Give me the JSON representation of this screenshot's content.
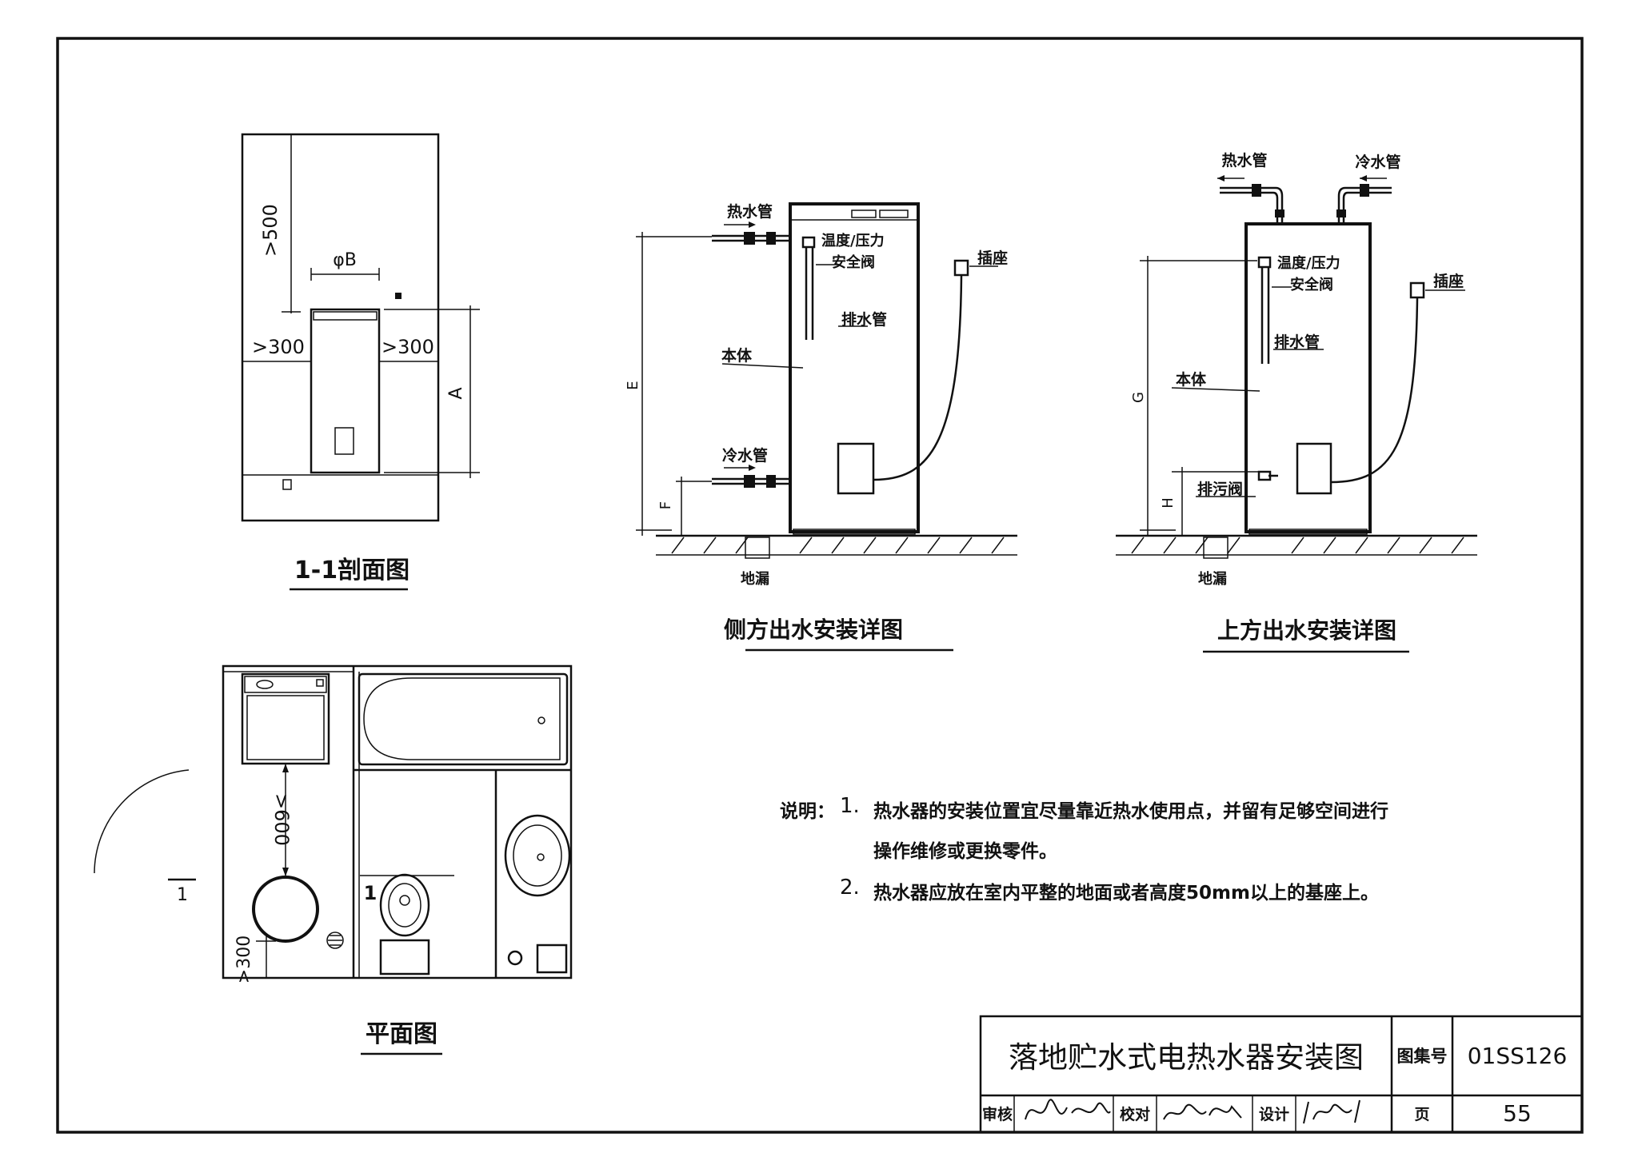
{
  "section_1_1": {
    "title": "1-1剖面图",
    "dim_top": ">500",
    "dim_diameter": "φB",
    "dim_left": ">300",
    "dim_right": ">300",
    "dim_height": "A"
  },
  "side_outlet": {
    "title": "侧方出水安装详图",
    "hot_pipe": "热水管",
    "cold_pipe": "冷水管",
    "valve_line1": "温度/压力",
    "valve_line2": "安全阀",
    "drain_pipe": "排水管",
    "body": "本体",
    "socket": "插座",
    "floor_drain": "地漏",
    "dim_e": "E",
    "dim_f": "F"
  },
  "top_outlet": {
    "title": "上方出水安装详图",
    "hot_pipe": "热水管",
    "cold_pipe": "冷水管",
    "valve_line1": "温度/压力",
    "valve_line2": "安全阀",
    "drain_pipe": "排水管",
    "body": "本体",
    "socket": "插座",
    "sewage_valve": "排污阀",
    "floor_drain": "地漏",
    "dim_g": "G",
    "dim_h": "H"
  },
  "plan": {
    "title": "平面图",
    "dim_600": ">600",
    "dim_300": ">300",
    "section_mark_left": "1",
    "section_mark_right": "1"
  },
  "notes": {
    "label": "说明：",
    "item1_num": "1.",
    "item1_line1": "热水器的安装位置宜尽量靠近热水使用点，并留有足够空间进行",
    "item1_line2": "操作维修或更换零件。",
    "item2_num": "2.",
    "item2_line1": "热水器应放在室内平整的地面或者高度50mm以上的基座上。"
  },
  "title_block": {
    "drawing_title": "落地贮水式电热水器安装图",
    "atlas_label": "图集号",
    "atlas_number": "01SS126",
    "review_label": "审核",
    "check_label": "校对",
    "design_label": "设计",
    "page_label": "页",
    "page_number": "55"
  }
}
